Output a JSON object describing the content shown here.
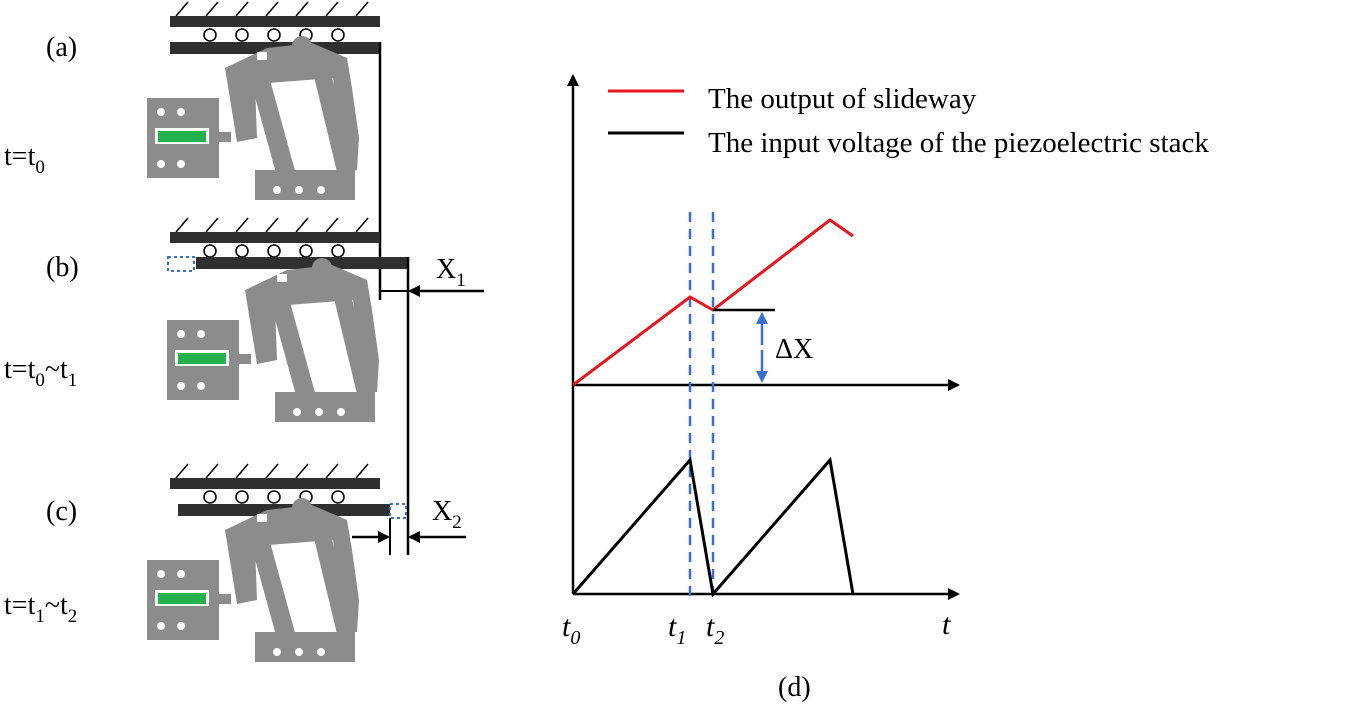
{
  "panels": {
    "a": {
      "label": "(a)",
      "time_main": "t=t",
      "time_sub": "0"
    },
    "b": {
      "label": "(b)",
      "time_main": "t=t",
      "time_sub1": "0",
      "time_mid": "~t",
      "time_sub2": "1",
      "disp_main": "X",
      "disp_sub": "1"
    },
    "c": {
      "label": "(c)",
      "time_main": "t=t",
      "time_sub1": "1",
      "time_mid": "~t",
      "time_sub2": "2",
      "disp_main": "X",
      "disp_sub": "2"
    },
    "d": {
      "label": "(d)"
    }
  },
  "legend": {
    "slideway": "The output of slideway",
    "voltage": "The input voltage of the piezoelectric stack"
  },
  "annotations": {
    "delta_x": "ΔX"
  },
  "axis": {
    "x_label": "t",
    "ticks": [
      {
        "main": "t",
        "sub": "0"
      },
      {
        "main": "t",
        "sub": "1"
      },
      {
        "main": "t",
        "sub": "2"
      }
    ]
  },
  "colors": {
    "slideway_line": "#e8141c",
    "voltage_line": "#000000",
    "dashed_marker": "#3a6fd0",
    "stack": "#22b14c",
    "mechanism": "#8c8c8c",
    "rail": "#303030"
  }
}
